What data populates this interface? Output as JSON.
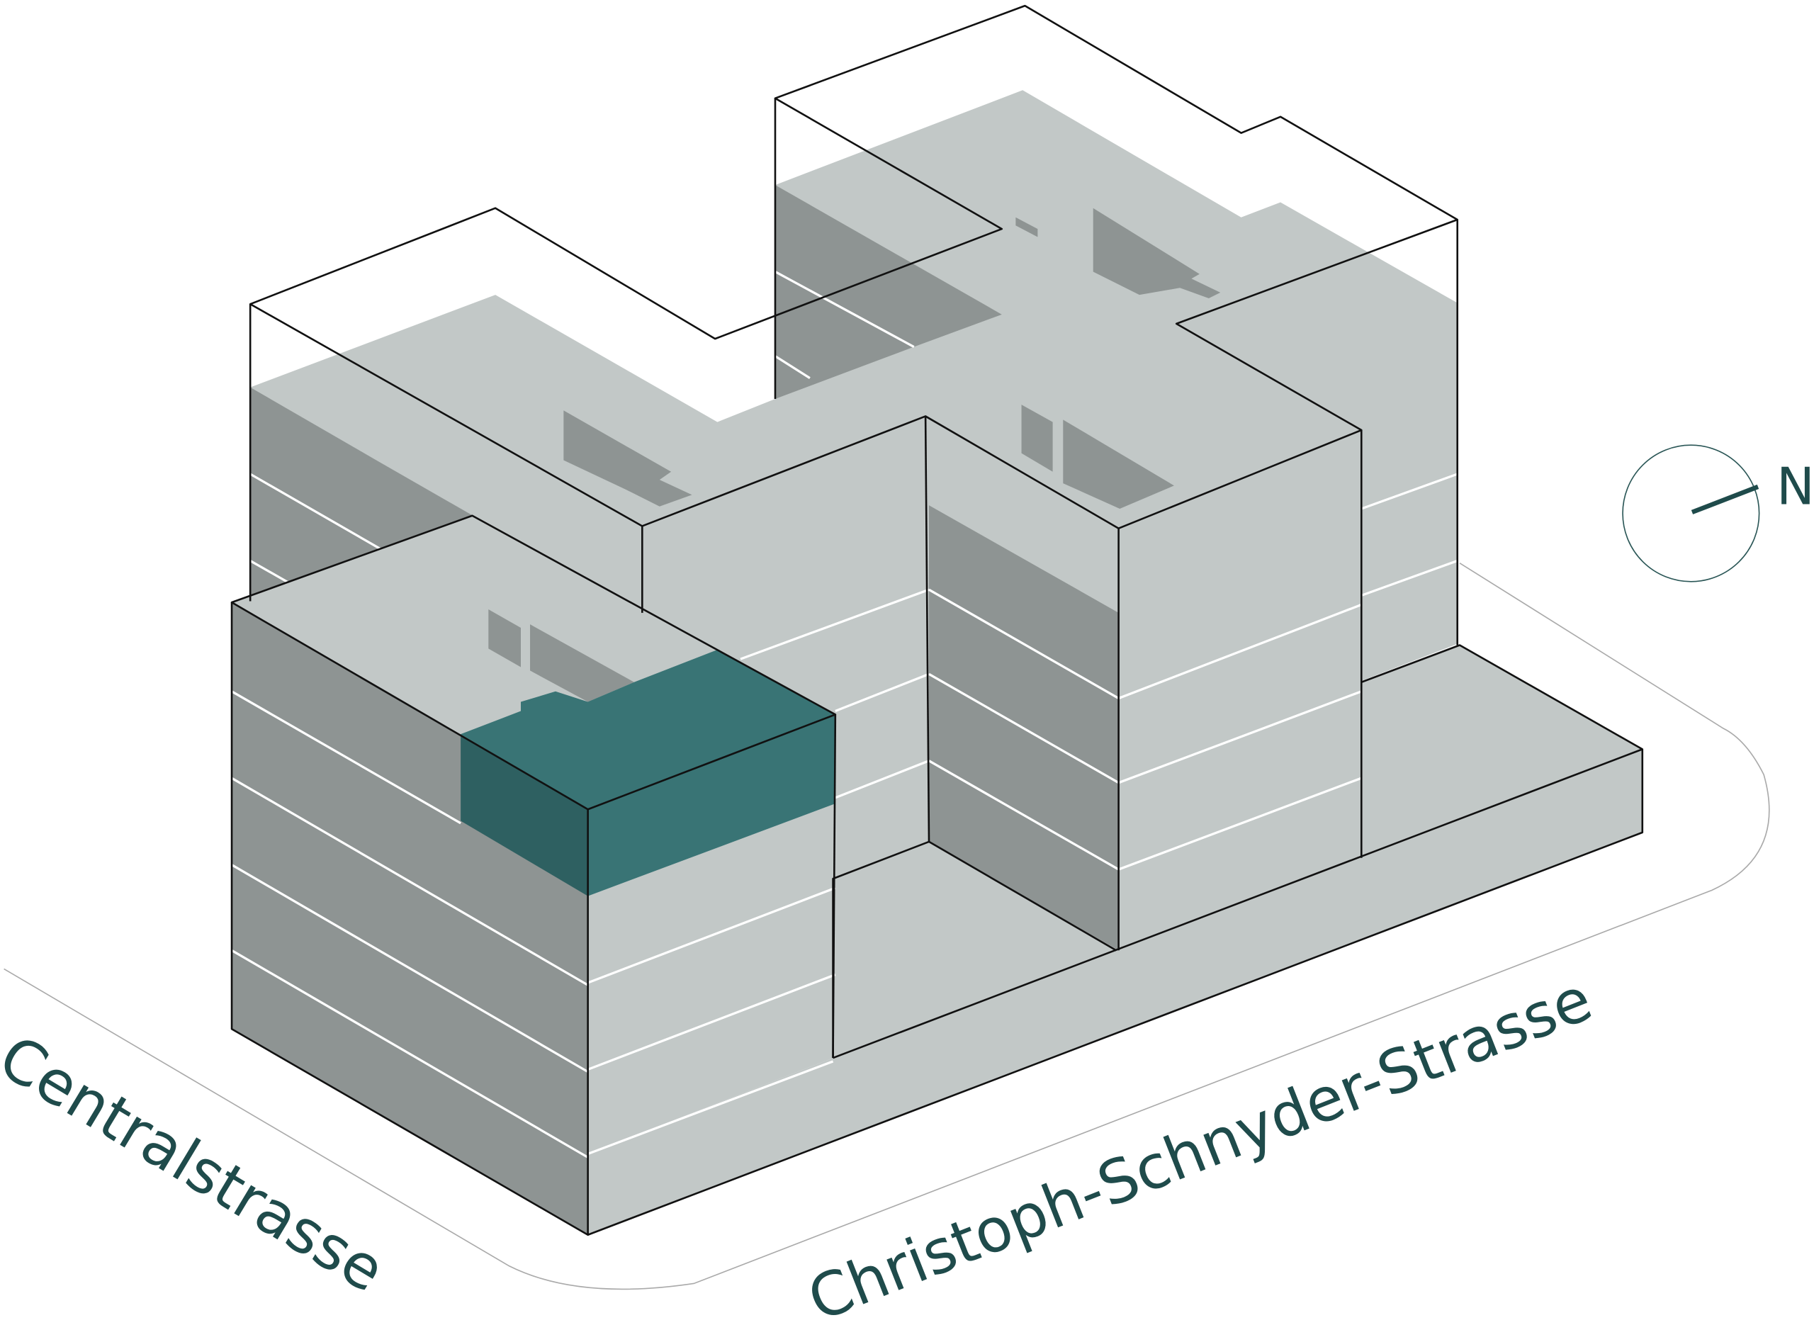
{
  "streets": {
    "west": "Centralstrasse",
    "south": "Christoph-Schnyder-Strasse"
  },
  "compass": {
    "label": "N"
  },
  "colors": {
    "highlight": "#397475",
    "highlight_shadow": "#2e6061",
    "facade_light": "#c2c8c7",
    "facade_dark": "#8e9493",
    "text": "#1f4b4b"
  }
}
